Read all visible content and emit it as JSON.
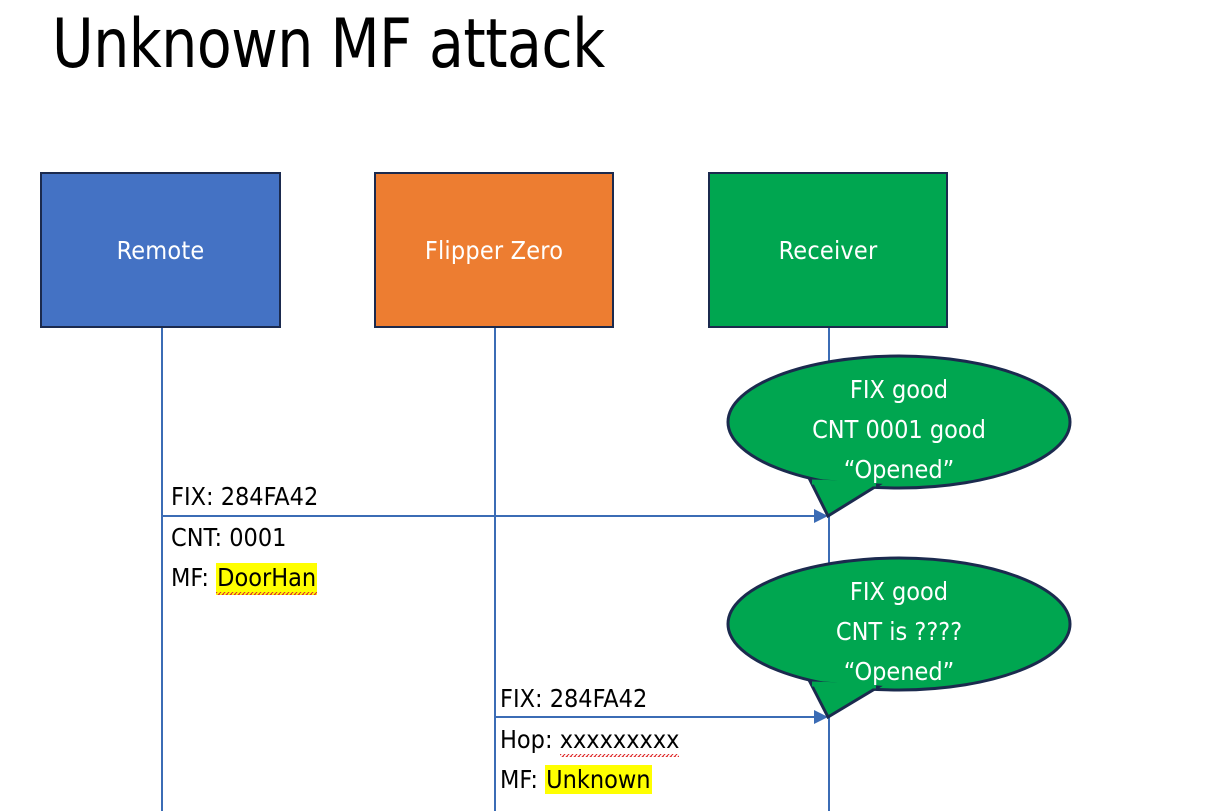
{
  "slide": {
    "title": "Unknown MF attack",
    "background_color": "#ffffff"
  },
  "colors": {
    "remote_box": "#4472C4",
    "flipper_box": "#ED7D31",
    "receiver_box": "#00A650",
    "callout_fill": "#00A650",
    "callout_border": "#1B2A4E",
    "arrow_line": "#3B6CB5",
    "highlight": "#FFFF00",
    "spellcheck_underline": "#E03131",
    "text_on_fill": "#FFFFFF",
    "text_body": "#000000"
  },
  "actors": [
    {
      "id": "remote",
      "label": "Remote"
    },
    {
      "id": "flipper",
      "label": "Flipper Zero"
    },
    {
      "id": "receiver",
      "label": "Receiver"
    }
  ],
  "messages": [
    {
      "id": "msg1",
      "from": "remote",
      "to": "receiver",
      "label_above": "FIX: 284FA42",
      "label_below_line1": "CNT: 0001",
      "label_below_line2_prefix": "MF: ",
      "label_below_line2_value": "DoorHan",
      "value_highlighted": true,
      "value_spellchecked": true
    },
    {
      "id": "msg2",
      "from": "flipper",
      "to": "receiver",
      "label_above": "FIX: 284FA42",
      "label_below_line1_prefix": "Hop: ",
      "label_below_line1_value": "xxxxxxxxx",
      "label_below_line1_spellchecked": true,
      "label_below_line2_prefix": "MF: ",
      "label_below_line2_value": "Unknown",
      "value_highlighted": true
    }
  ],
  "callouts": [
    {
      "id": "callout-1",
      "anchor": "receiver",
      "lines": [
        "FIX good",
        "CNT 0001 good",
        "“Opened”"
      ]
    },
    {
      "id": "callout-2",
      "anchor": "receiver",
      "lines": [
        "FIX good",
        "CNT is ????",
        "“Opened”"
      ]
    }
  ]
}
